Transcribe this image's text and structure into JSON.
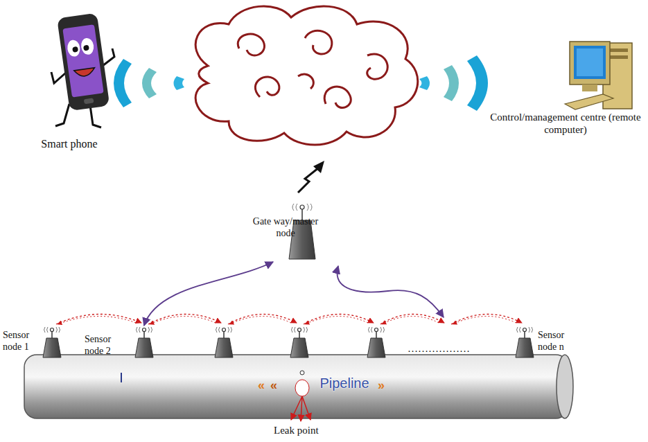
{
  "diagram": {
    "nodes": [
      {
        "text": [
          "Smart phone"
        ]
      },
      {
        "text": [
          "Control/management centre (remote computer)"
        ]
      },
      {
        "text": [
          "Gate way/master node"
        ]
      },
      {
        "text": [
          "Sensor node 1"
        ]
      },
      {
        "text": [
          "Sensor node 2"
        ]
      },
      {
        "text": [
          "Sensor node n"
        ]
      },
      {
        "text": [
          "Pipeline"
        ]
      }
    ],
    "edges": [
      {
        "from": 2,
        "to": 4,
        "arrow": "both"
      }
    ],
    "labels": [
      "………………",
      "Leak point"
    ]
  }
}
